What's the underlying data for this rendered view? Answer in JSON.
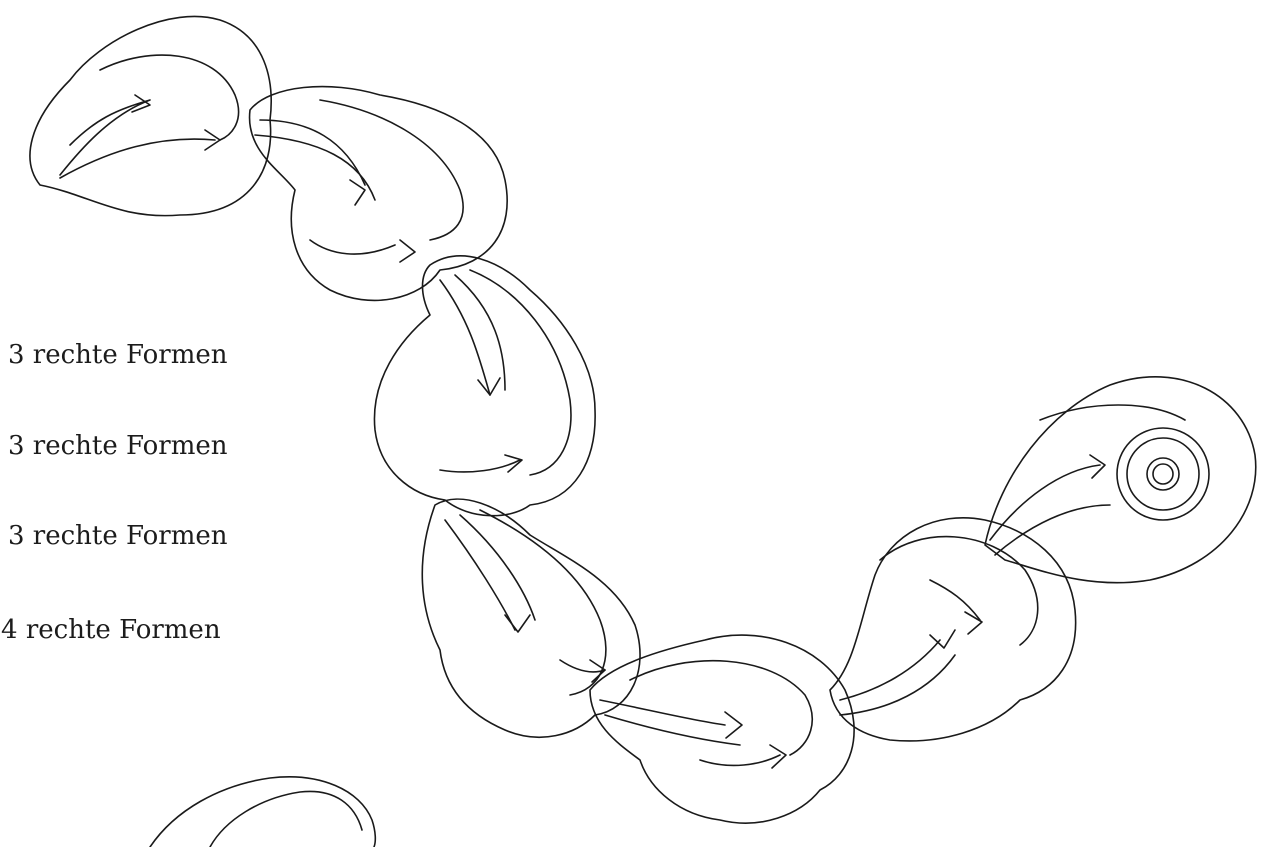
{
  "labels": [
    "3 rechte Formen",
    "3 rechte Formen",
    "3 rechte Formen",
    "- 4 rechte Formen"
  ],
  "stroke_color": "#1a1a1a",
  "background_color": "#ffffff",
  "shapes": [
    "lobed-form",
    "lobed-form",
    "lobed-form",
    "lobed-form",
    "lobed-form",
    "lobed-form",
    "ring-form",
    "partial-form"
  ]
}
